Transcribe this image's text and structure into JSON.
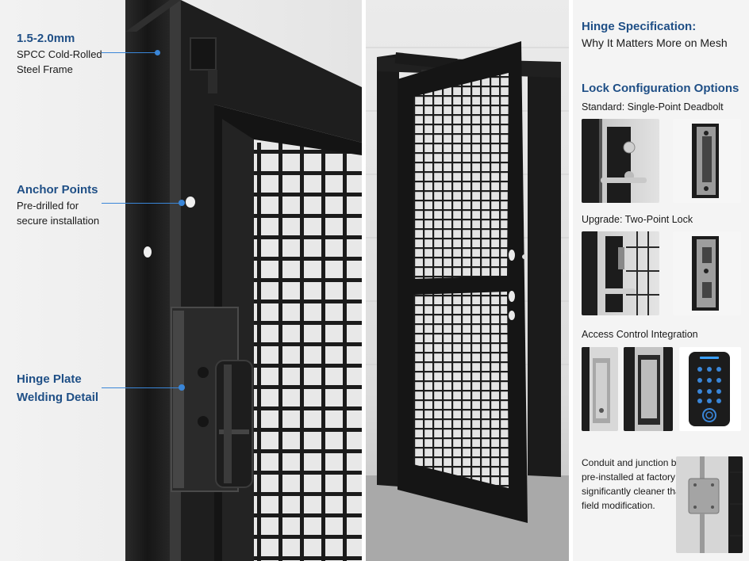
{
  "left_callouts": {
    "frame": {
      "title": "1.5-2.0mm",
      "line1": "SPCC Cold-Rolled",
      "line2": "Steel Frame"
    },
    "anchor": {
      "title": "Anchor Points",
      "line1": "Pre-drilled for",
      "line2": "secure installation"
    },
    "hinge": {
      "title_line1": "Hinge Plate",
      "title_line2": "Welding Detail"
    }
  },
  "right_panel": {
    "hinge_spec": {
      "title": "Hinge Specification:",
      "subtitle": "Why It Matters More on Mesh"
    },
    "lock_options": {
      "title": "Lock Configuration Options",
      "standard": "Standard: Single-Point Deadbolt",
      "upgrade": "Upgrade: Two-Point Lock",
      "access": "Access Control Integration"
    },
    "conduit_note": {
      "line1": "Conduit and junction box",
      "line2": "pre-installed at factory —",
      "line3": "significantly cleaner than",
      "line4": "field modification."
    }
  },
  "colors": {
    "accent": "#1f4f86",
    "callout_line": "#3a86d8",
    "steel": "#1c1c1c"
  },
  "icons": [
    "keypad-icon",
    "fingerprint-icon"
  ]
}
